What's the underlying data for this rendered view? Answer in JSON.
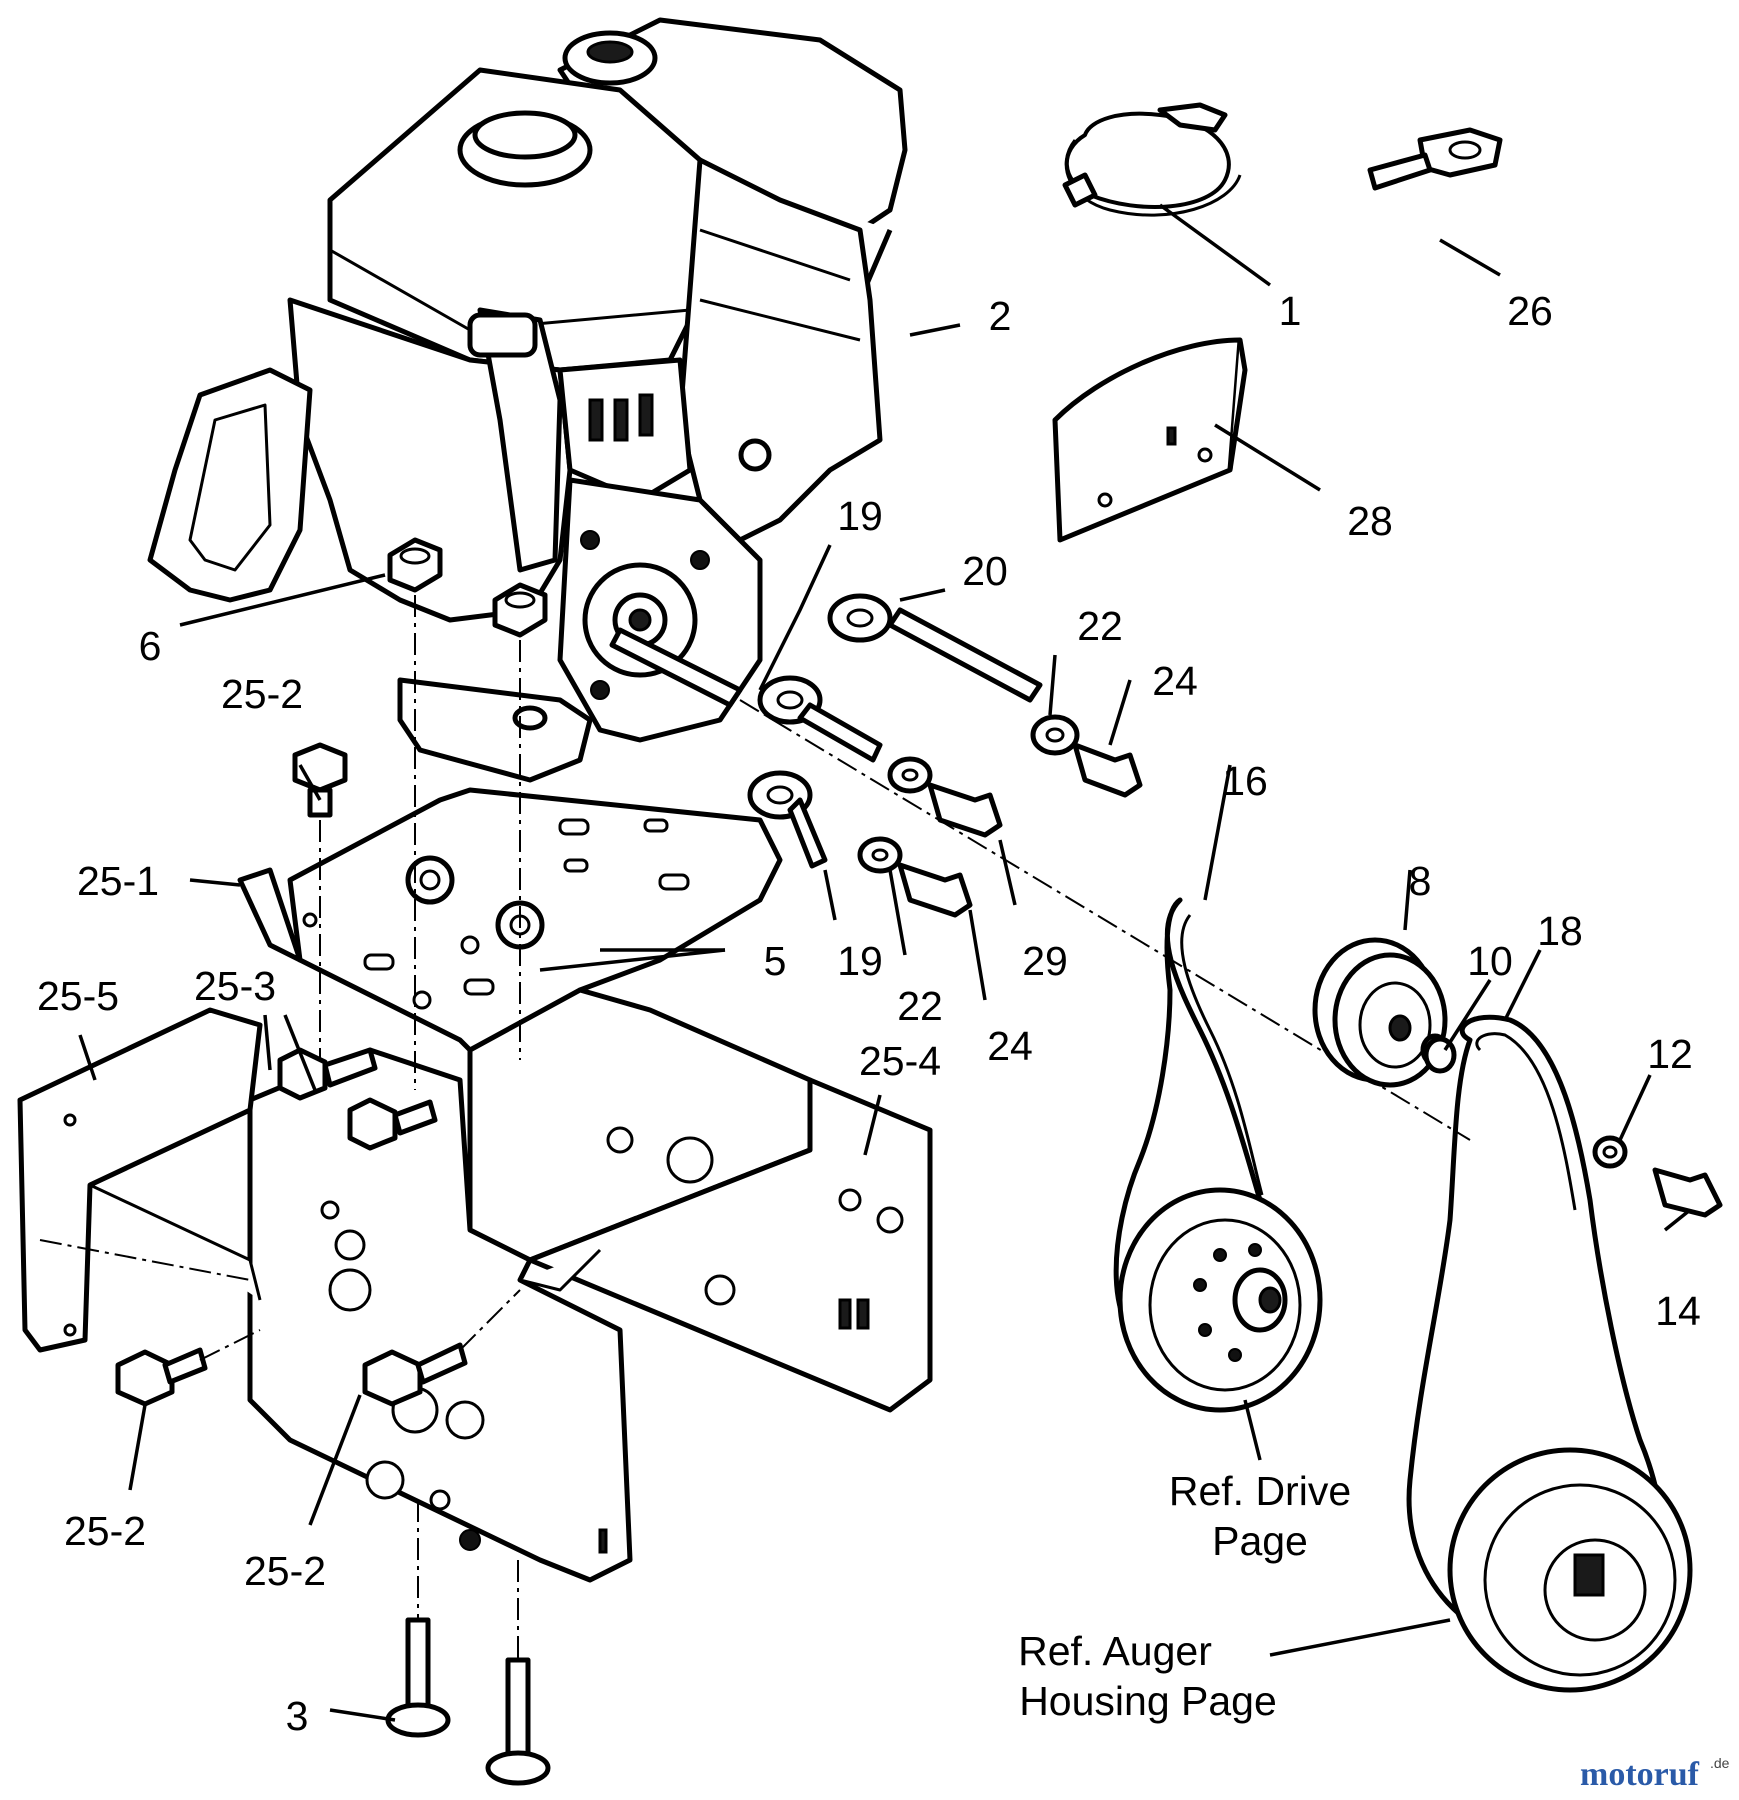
{
  "labels": {
    "p1": "1",
    "p2": "2",
    "p3": "3",
    "p5": "5",
    "p6": "6",
    "p8": "8",
    "p10": "10",
    "p12": "12",
    "p14": "14",
    "p16": "16",
    "p18": "18",
    "p19a": "19",
    "p19b": "19",
    "p20": "20",
    "p22a": "22",
    "p22b": "22",
    "p24a": "24",
    "p24b": "24",
    "p25_1": "25-1",
    "p25_2a": "25-2",
    "p25_2b": "25-2",
    "p25_2c": "25-2",
    "p25_3": "25-3",
    "p25_4": "25-4",
    "p25_5": "25-5",
    "p26": "26",
    "p28": "28",
    "p29": "29"
  },
  "references": {
    "drive_line1": "Ref. Drive",
    "drive_line2": "Page",
    "auger_line1": "Ref. Auger",
    "auger_line2": "Housing Page"
  },
  "watermark": {
    "text": "motoruf",
    "suffix": ".de",
    "colors": [
      "#1f4e9a",
      "#2f7a2f",
      "#c0392b"
    ]
  }
}
